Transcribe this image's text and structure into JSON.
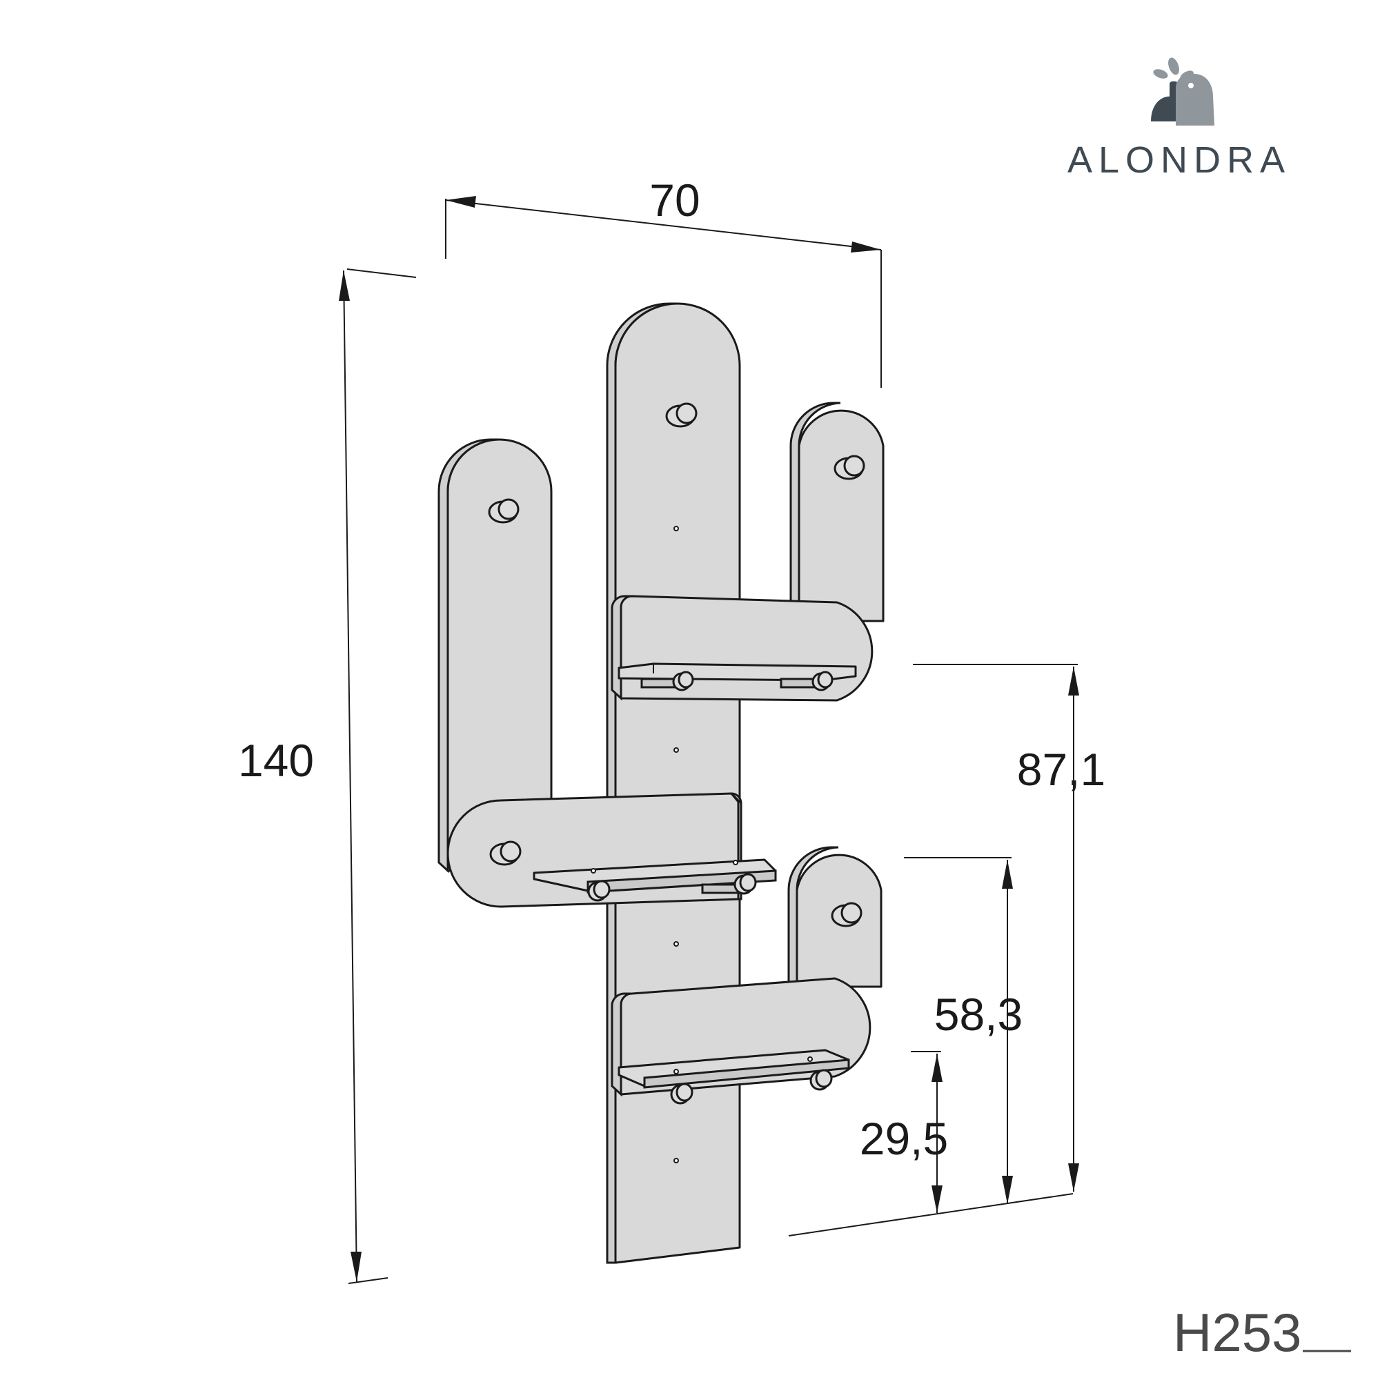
{
  "brand": {
    "name": "ALONDRA",
    "logo_icon": "bird-and-leaf-logo-icon",
    "color": "#3f4a53",
    "icon_color": "#8f969c"
  },
  "product_code": "H253",
  "dimensions": {
    "width": "70",
    "height": "140",
    "top_shelf_height": "87,1",
    "middle_shelf_height": "58,3",
    "bottom_shelf_height": "29,5"
  },
  "colors": {
    "panel": "#d9d9d9",
    "line": "#1a1a1a"
  }
}
